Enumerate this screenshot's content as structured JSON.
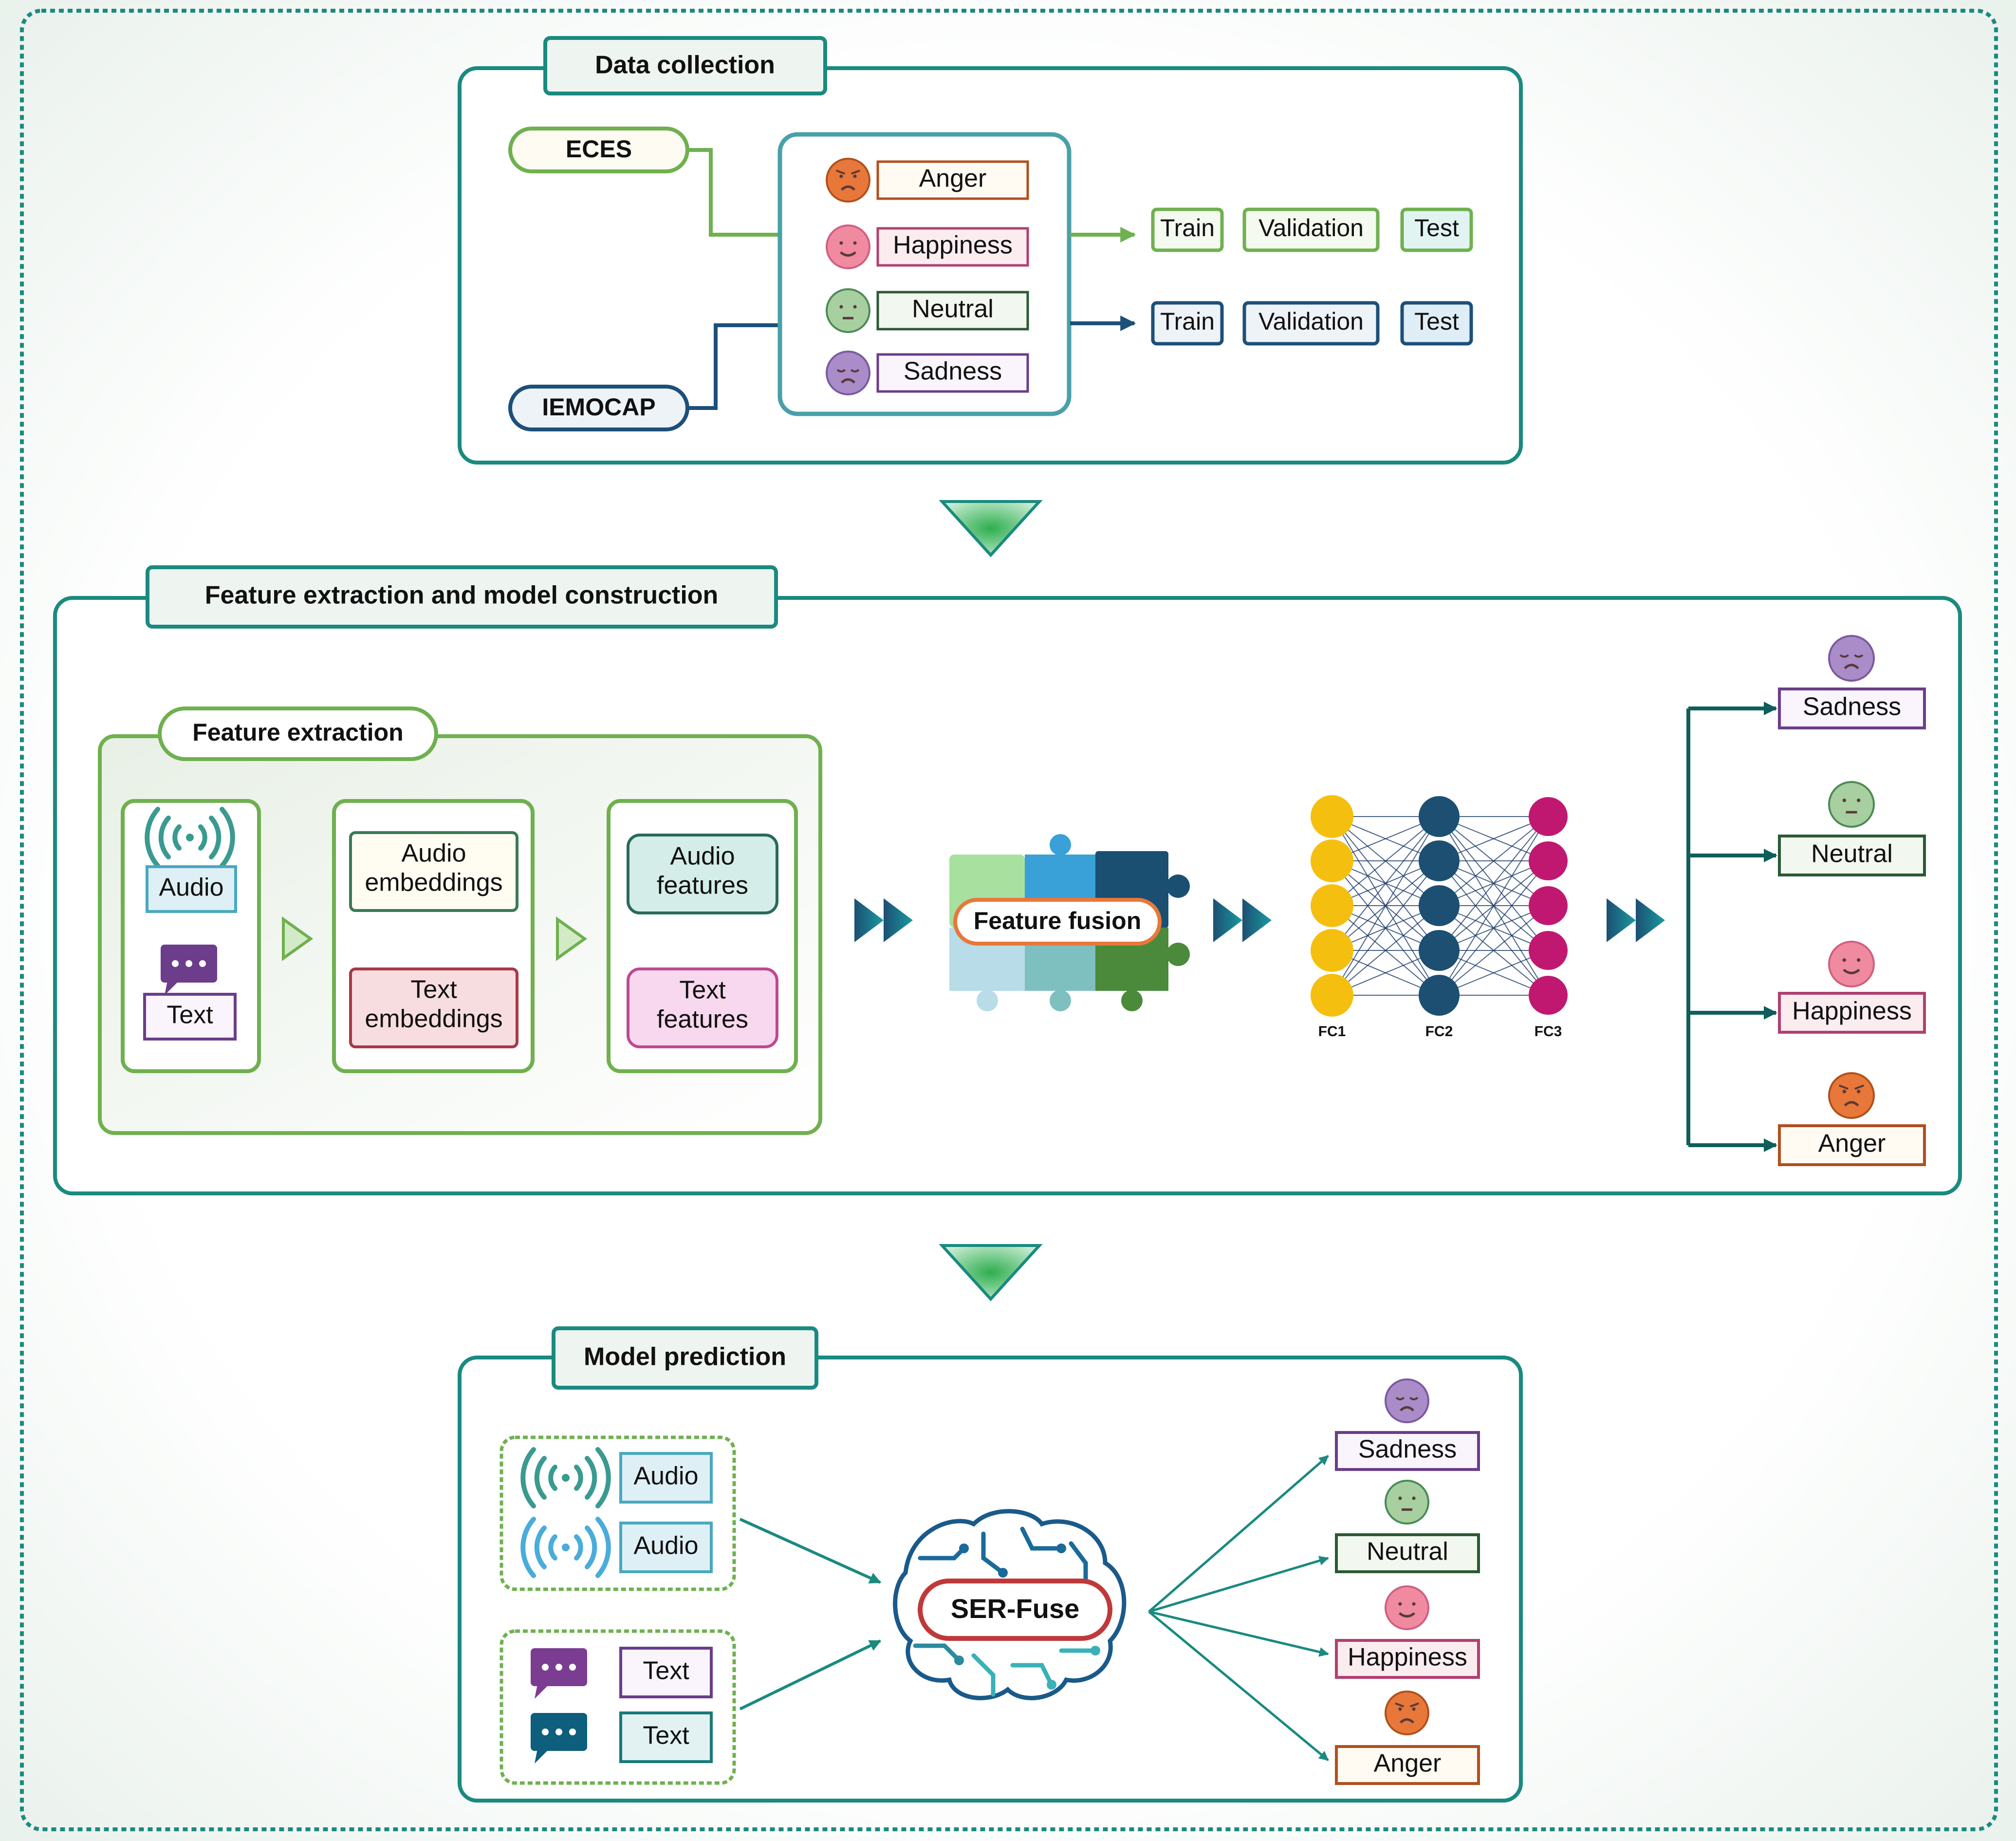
{
  "sections": {
    "data_collection": "Data collection",
    "feature_model": "Feature extraction and model construction",
    "feature_extraction": "Feature extraction",
    "model_prediction": "Model prediction"
  },
  "datasets": [
    "ECES",
    "IEMOCAP"
  ],
  "emotions": [
    "Anger",
    "Happiness",
    "Neutral",
    "Sadness"
  ],
  "splits": [
    "Train",
    "Validation",
    "Test"
  ],
  "inputs": {
    "audio": "Audio",
    "text": "Text"
  },
  "embeddings": {
    "audio_l1": "Audio",
    "audio_l2": "embeddings",
    "text_l1": "Text",
    "text_l2": "embeddings"
  },
  "features": {
    "audio_l1": "Audio",
    "audio_l2": "features",
    "text_l1": "Text",
    "text_l2": "features"
  },
  "fusion": "Feature fusion",
  "layers": [
    "FC1",
    "FC2",
    "FC3"
  ],
  "outputs": [
    "Sadness",
    "Neutral",
    "Happiness",
    "Anger"
  ],
  "model_name": "SER-Fuse",
  "colors": {
    "teal": "#1a8a80",
    "green": "#6fb04f",
    "navy": "#1d4f7a",
    "anger": "#e8773a",
    "happiness": "#f08aa0",
    "neutral": "#a8cfa0",
    "sadness": "#a98cc8",
    "fc1": "#f5bf0f",
    "fc2": "#1c4f72",
    "fc3": "#c01870"
  }
}
